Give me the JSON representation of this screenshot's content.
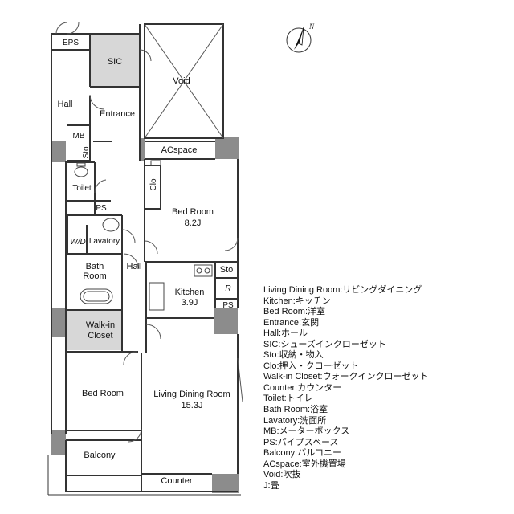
{
  "rooms": {
    "eps": "EPS",
    "sic": "SIC",
    "void": "Void",
    "hall_top": "Hall",
    "entrance": "Entrance",
    "mb": "MB",
    "sto_left": "Sto",
    "acspace": "ACspace",
    "clo": "Clo",
    "toilet": "Toilet",
    "ps_left": "PS",
    "bedroom1": {
      "name": "Bed Room",
      "size": "8.2J"
    },
    "wd": "W/D",
    "lavatory": "Lavatory",
    "hall_mid": "Hall",
    "bath_line1": "Bath",
    "bath_line2": "Room",
    "sto_right": "Sto",
    "kitchen": {
      "name": "Kitchen",
      "size": "3.9J"
    },
    "fridge": "R",
    "ps_right": "PS",
    "walkin_line1": "Walk-in",
    "walkin_line2": "Closet",
    "bedroom2": "Bed Room",
    "living": {
      "name": "Living Dining Room",
      "size": "15.3J"
    },
    "balcony": "Balcony",
    "counter": "Counter"
  },
  "compass": "N",
  "legend": [
    "Living Dining Room:リビングダイニング",
    "Kitchen:キッチン",
    "Bed Room:洋室",
    "Entrance:玄関",
    "Hall:ホール",
    "SIC:シューズインクローゼット",
    "Sto:収納・物入",
    "Clo:押入・クローゼット",
    "Walk-in Closet:ウォークインクローゼット",
    "Counter:カウンター",
    "Toilet:トイレ",
    "Bath Room:浴室",
    "Lavatory:洗面所",
    "MB:メーターボックス",
    "PS:パイプスペース",
    "Balcony:バルコニー",
    "ACspace:室外機置場",
    "Void:吹抜",
    "J:畳"
  ]
}
